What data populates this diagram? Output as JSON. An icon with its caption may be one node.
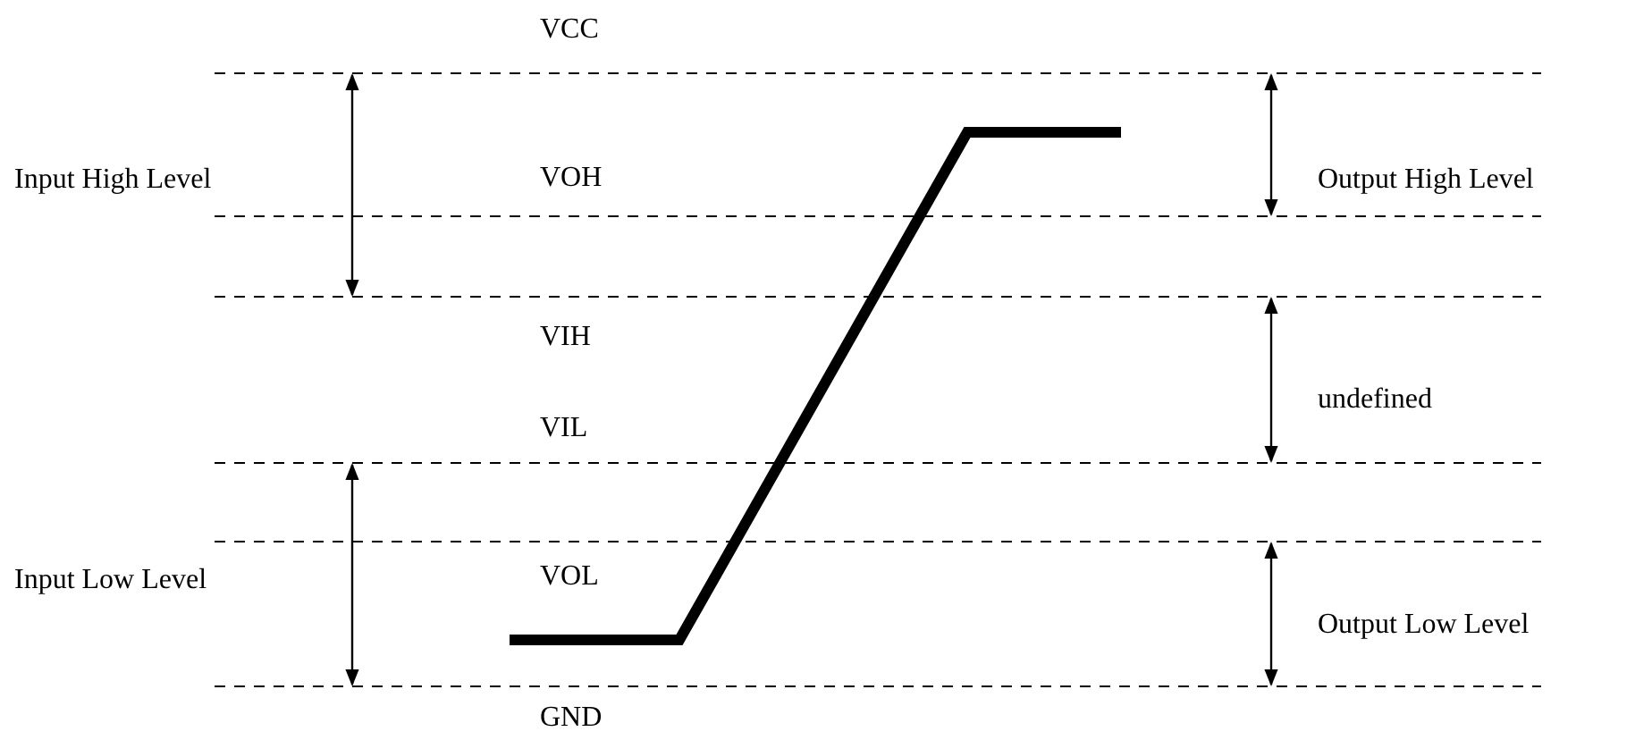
{
  "diagram": {
    "labels": [
      "VCC",
      "Input High Level",
      "VOH",
      "Output High Level",
      "VIH",
      "undefined",
      "VIL",
      "Input Low Level",
      "VOL",
      "Output Low Level",
      "GND"
    ]
  }
}
